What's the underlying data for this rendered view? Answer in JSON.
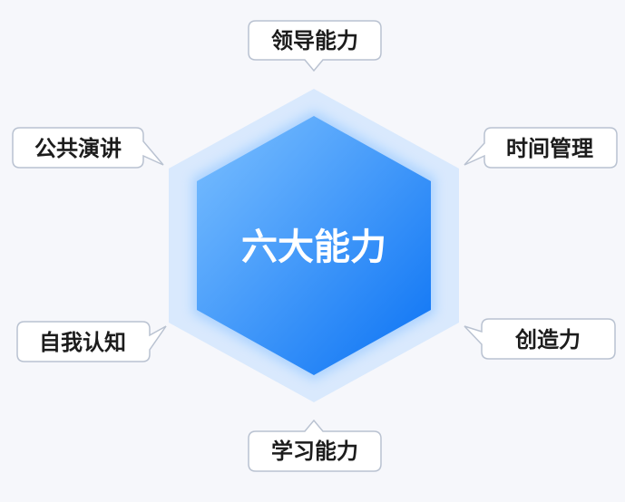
{
  "center": {
    "title": "六大能力"
  },
  "abilities": {
    "top": "领导能力",
    "top_right": "时间管理",
    "bottom_right": "创造力",
    "bottom": "学习能力",
    "bottom_left": "自我认知",
    "top_left": "公共演讲"
  },
  "colors": {
    "background": "#f6f7fb",
    "hex_outer": "#d9e9fd",
    "hex_gradient_start": "#7cc0ff",
    "hex_gradient_end": "#0a72f4",
    "callout_border": "#b9c2d1",
    "callout_fill": "#ffffff",
    "text": "#1c1c1c",
    "center_text": "#ffffff"
  }
}
